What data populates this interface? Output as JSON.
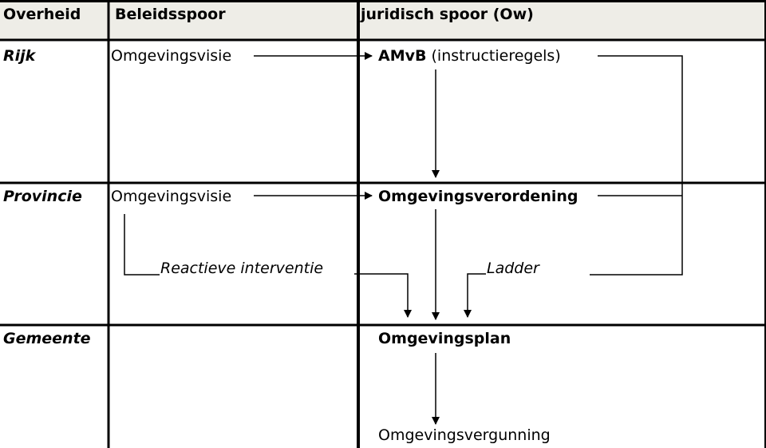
{
  "header": {
    "col_overheid": "Overheid",
    "col_beleidsspoor": "Beleidsspoor",
    "col_juridisch": "juridisch spoor (Ow)"
  },
  "rows": {
    "rijk": {
      "label": "Rijk",
      "beleid": "Omgevingsvisie",
      "juridisch_bold": "AMvB",
      "juridisch_rest": " (instructieregels)"
    },
    "provincie": {
      "label": "Provincie",
      "beleid": "Omgevingsvisie",
      "juridisch": "Omgevingsverordening"
    },
    "gemeente": {
      "label": "Gemeente",
      "juridisch": "Omgevingsplan",
      "vergunning": "Omgevingsvergunning"
    }
  },
  "annotations": {
    "reactieve": "Reactieve interventie",
    "ladder": "Ladder"
  }
}
